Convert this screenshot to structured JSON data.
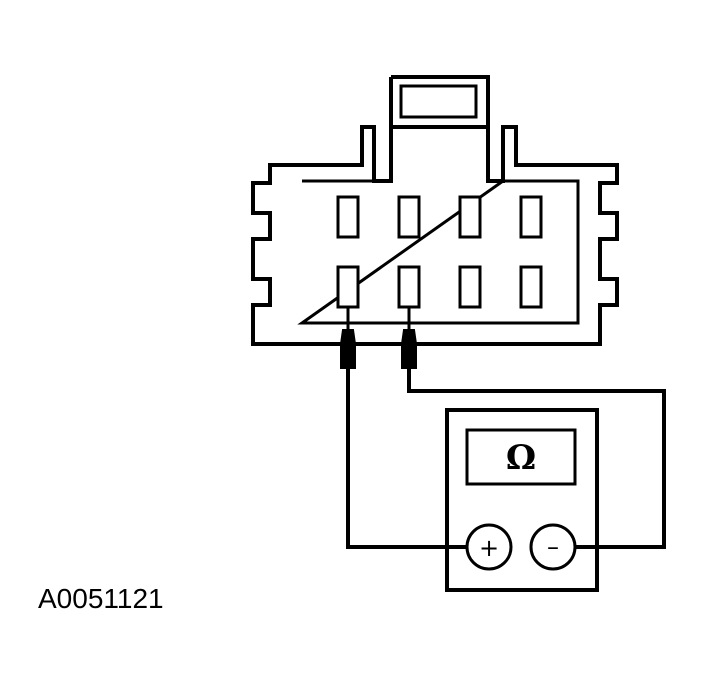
{
  "figure_id": "A0051121",
  "meter": {
    "display_symbol": "Ω",
    "positive_label": "+",
    "negative_label": "–"
  },
  "connector": {
    "rows": 2,
    "terminals_per_row": 4
  }
}
